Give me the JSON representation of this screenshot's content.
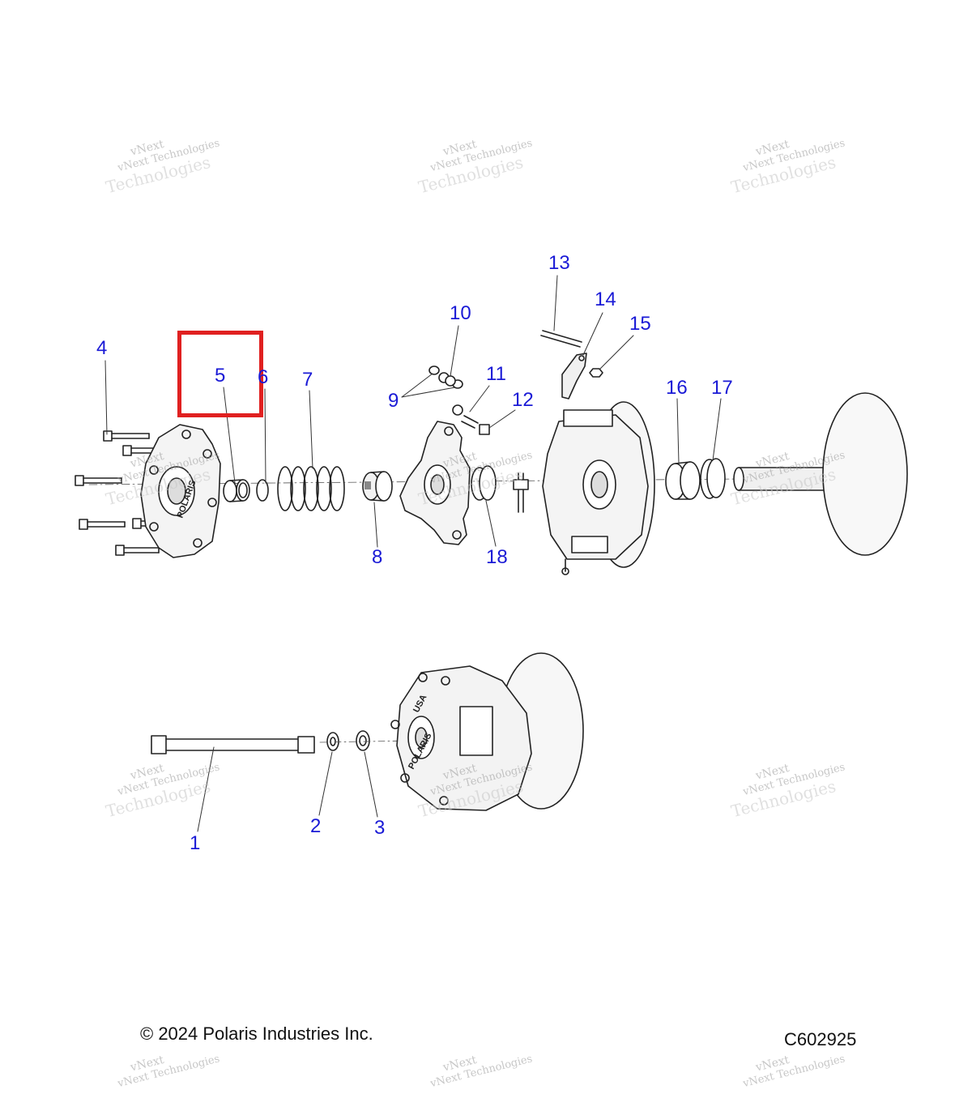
{
  "diagram": {
    "callouts": [
      {
        "id": "c1",
        "label": "1"
      },
      {
        "id": "c2",
        "label": "2"
      },
      {
        "id": "c3",
        "label": "3"
      },
      {
        "id": "c4",
        "label": "4"
      },
      {
        "id": "c5",
        "label": "5"
      },
      {
        "id": "c6",
        "label": "6"
      },
      {
        "id": "c7",
        "label": "7"
      },
      {
        "id": "c8",
        "label": "8"
      },
      {
        "id": "c9",
        "label": "9"
      },
      {
        "id": "c10",
        "label": "10"
      },
      {
        "id": "c11",
        "label": "11"
      },
      {
        "id": "c12",
        "label": "12"
      },
      {
        "id": "c13",
        "label": "13"
      },
      {
        "id": "c14",
        "label": "14"
      },
      {
        "id": "c15",
        "label": "15"
      },
      {
        "id": "c16",
        "label": "16"
      },
      {
        "id": "c17",
        "label": "17"
      },
      {
        "id": "c18",
        "label": "18"
      }
    ],
    "highlighted_parts": [
      "5",
      "6"
    ],
    "highlight_color": "#e02020",
    "callout_color": "#1a1ad6",
    "hub_text_polaris": "POLARIS",
    "hub_text_usa": "USA"
  },
  "footer": {
    "copyright": "© 2024 Polaris Industries Inc.",
    "figure_id": "C602925"
  },
  "watermark": {
    "line1": "vNext",
    "line2": "vNext Technologies",
    "line3": "Technologies"
  }
}
